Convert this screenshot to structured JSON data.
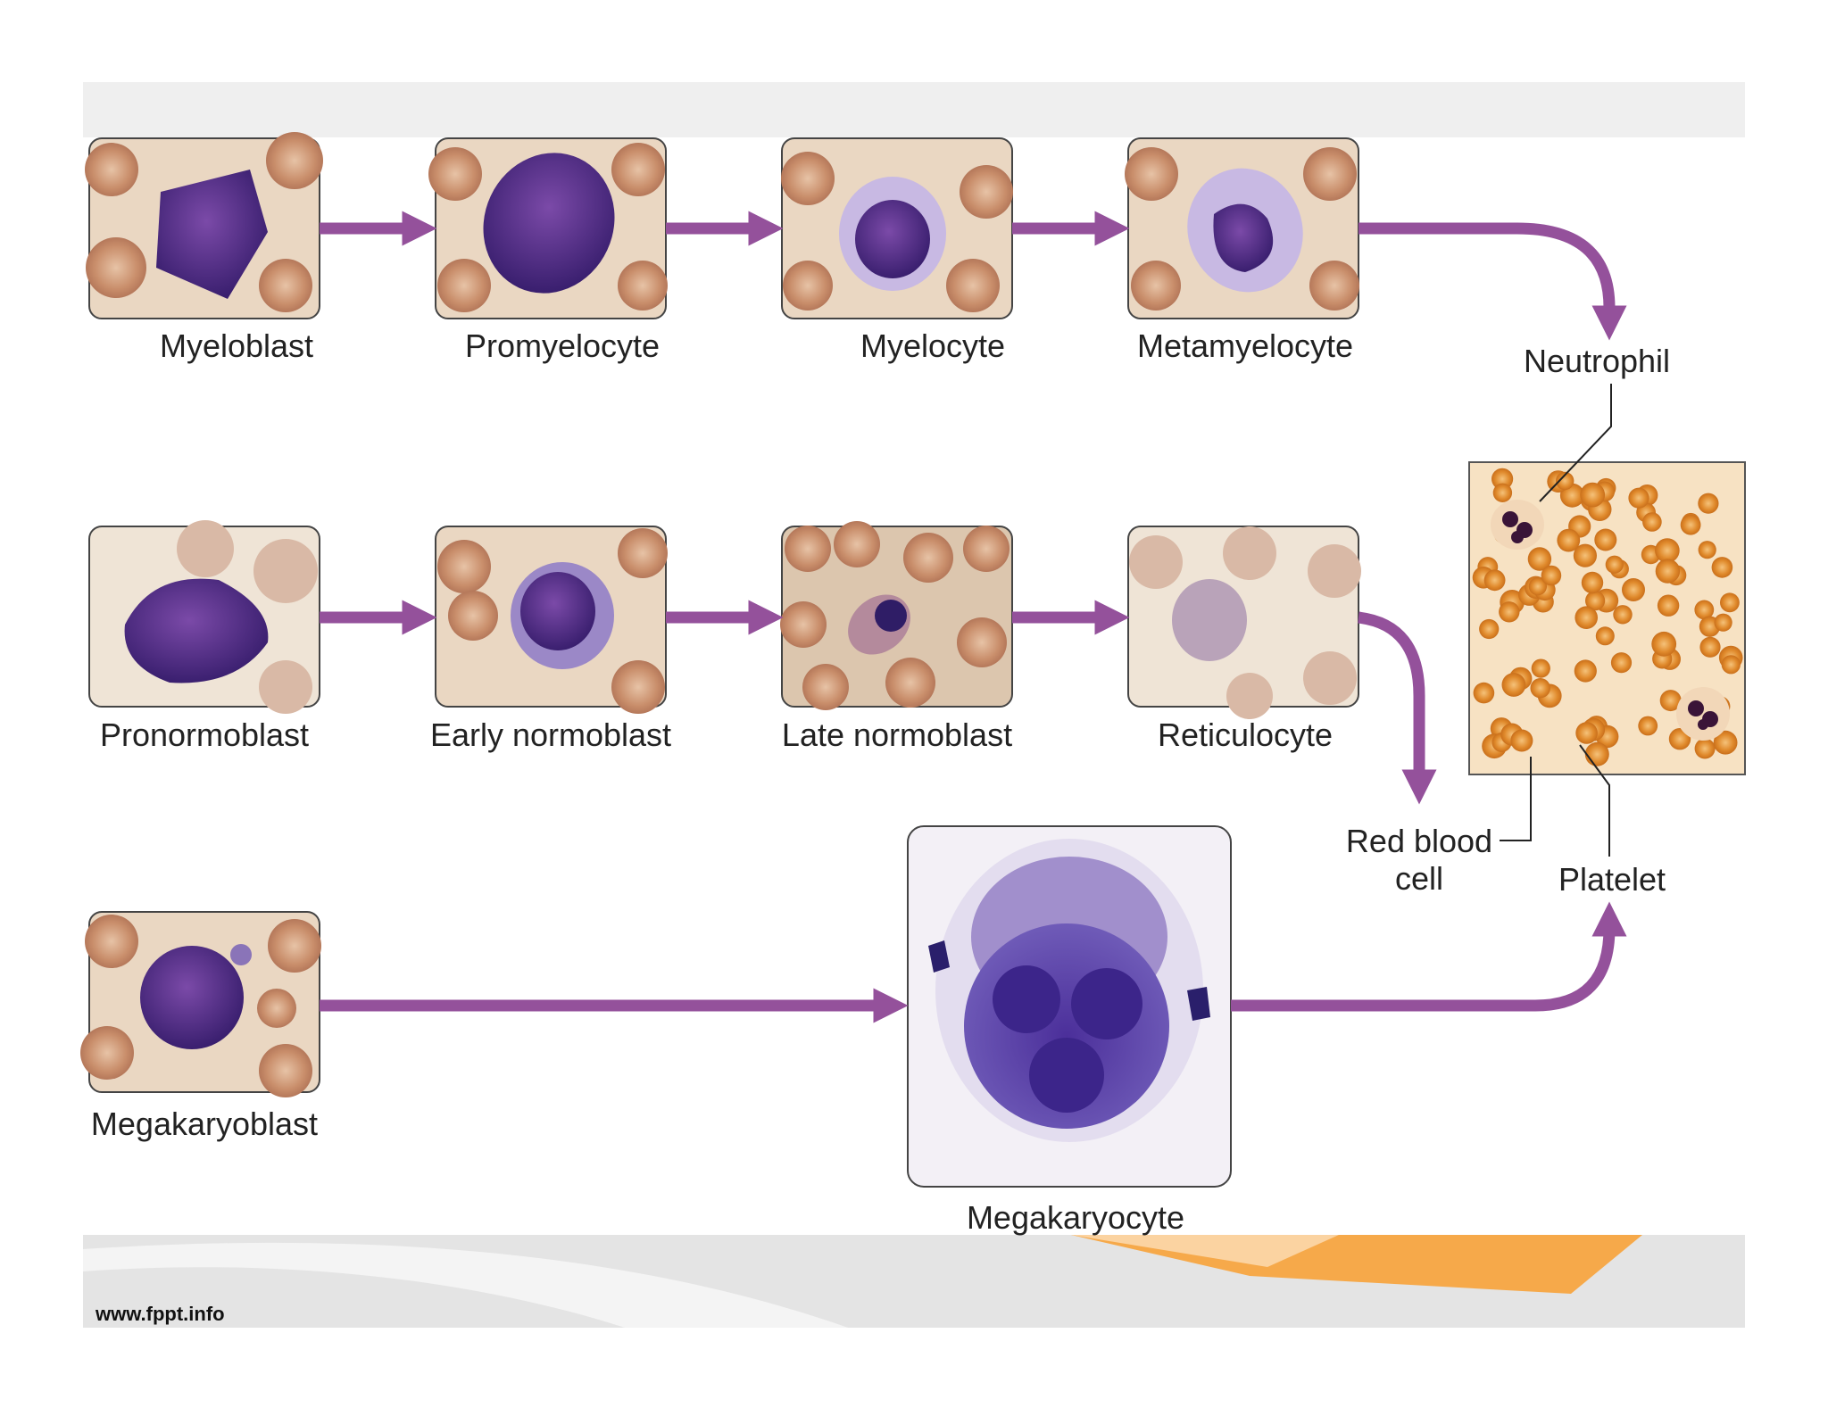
{
  "colors": {
    "arrow": "#94519B",
    "banner_orange": "#F6A94A",
    "slide_top_band": "#EFEFEF",
    "footer_gray": "#D9D9D9"
  },
  "rows": {
    "granulocyte": [
      "Myeloblast",
      "Promyelocyte",
      "Myelocyte",
      "Metamyelocyte"
    ],
    "erythrocyte": [
      "Pronormoblast",
      "Early normoblast",
      "Late normoblast",
      "Reticulocyte"
    ],
    "platelet": [
      "Megakaryoblast",
      "Megakaryocyte"
    ]
  },
  "smear_labels": {
    "neutrophil": "Neutrophil",
    "rbc_line1": "Red blood",
    "rbc_line2": "cell",
    "platelet": "Platelet"
  },
  "footer": {
    "source": "www.fppt.info"
  }
}
